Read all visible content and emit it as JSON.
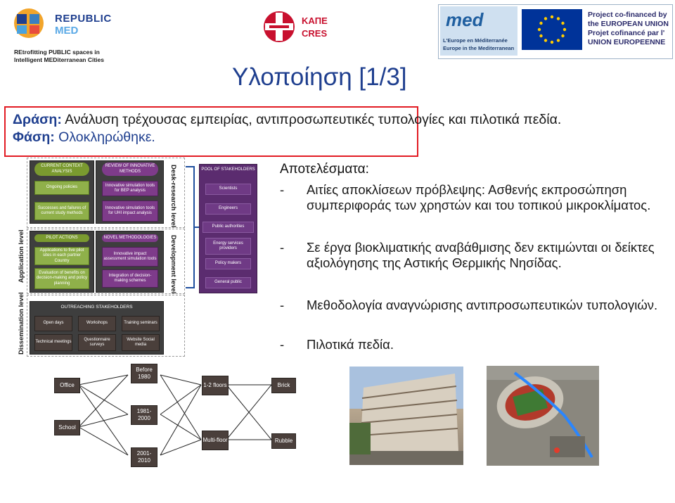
{
  "header": {
    "republic_name_1": "REPUBLIC",
    "republic_name_2": "MED",
    "republic_tagline": "REtrofitting PUBLIC spaces in Intelligent MEDiterranean Cities",
    "cres_line1": "ΚΑΠΕ",
    "cres_line2": "CRES",
    "med_tagline_1": "L'Europe en Méditerranée",
    "med_tagline_2": "Europe in the Mediterranean",
    "eu_text": "Project co-financed by the EUROPEAN UNION Projet cofinancé par l' UNION EUROPEENNE"
  },
  "title": "Υλοποίηση [1/3]",
  "action": {
    "label": "Δράση:",
    "text": " Ανάλυση τρέχουσας εμπειρίας, αντιπροσωπευτικές τυπολογίες και πιλοτικά πεδία.",
    "phase_label": "Φάση:",
    "phase_text": " Ολοκληρώθηκε."
  },
  "diagram": {
    "level_application": "Application level",
    "level_dissemination": "Dissemination level",
    "level_desk": "Desk-research level",
    "level_development": "Development level",
    "current_context": "CURRENT CONTEXT ANALYSIS",
    "ongoing_policies": "Ongoing policies",
    "successes_failures": "Successes and failures of current study methods",
    "review_methods": "REVIEW OF INNOVATIVE METHODS",
    "sim_bep": "Innovative simulation tools for BEP analysis",
    "sim_uhi": "Innovative simulation tools for UHI impact analysis",
    "pilot_actions": "PILOT ACTIONS",
    "applications": "Applications to five pilot sites in each partner Country",
    "evaluation": "Evaluation of benefits on decision-making and policy planning",
    "novel_methodologies": "NOVEL METHODOLOGIES",
    "impact_tools": "Innovative impact assessment simulation tools",
    "integration": "Integration of decision-making schemes",
    "outreaching": "OUTREACHING STAKEHOLDERS",
    "open_days": "Open days",
    "workshops": "Workshops",
    "training": "Training seminars",
    "technical_meetings": "Technical meetings",
    "questionnaire": "Questionnaire surveys",
    "website": "Website Social media",
    "pool": "POOL OF STAKEHOLDERS",
    "scientists": "Scientists",
    "engineers": "Engineers",
    "public_authorities": "Public authorities",
    "energy_providers": "Energy services providers",
    "policy_makers": "Policy makers",
    "general_public": "General public"
  },
  "results": {
    "title": "Αποτελέσματα:",
    "items": [
      {
        "dash": "-",
        "text": "Αιτίες αποκλίσεων πρόβλεψης: Ασθενής εκπροσώπηση συμπεριφοράς των χρηστών και του τοπικού μικροκλίματος."
      },
      {
        "dash": "-",
        "text": "Σε έργα βιοκλιματικής αναβάθμισης δεν εκτιμώνται οι δείκτες αξιολόγησης της Αστικής Θερμικής Νησίδας."
      },
      {
        "dash": "-",
        "text": "Μεθοδολογία αναγνώρισης αντιπροσωπευτικών τυπολογιών."
      },
      {
        "dash": "-",
        "text": "Πιλοτικά πεδία."
      }
    ]
  },
  "typology": {
    "office": "Office",
    "school": "School",
    "before_1980": "Before 1980",
    "y1981_2000": "1981-2000",
    "y2001_2010": "2001-2010",
    "floors_1_2": "1-2 floors",
    "multi_floor": "Multi-floor",
    "brick": "Brick",
    "rubble": "Rubble"
  },
  "colors": {
    "title_blue": "#1f3f8f",
    "frame_red": "#e21b23",
    "green": "#8fb04a",
    "purple": "#7e3b8a"
  }
}
